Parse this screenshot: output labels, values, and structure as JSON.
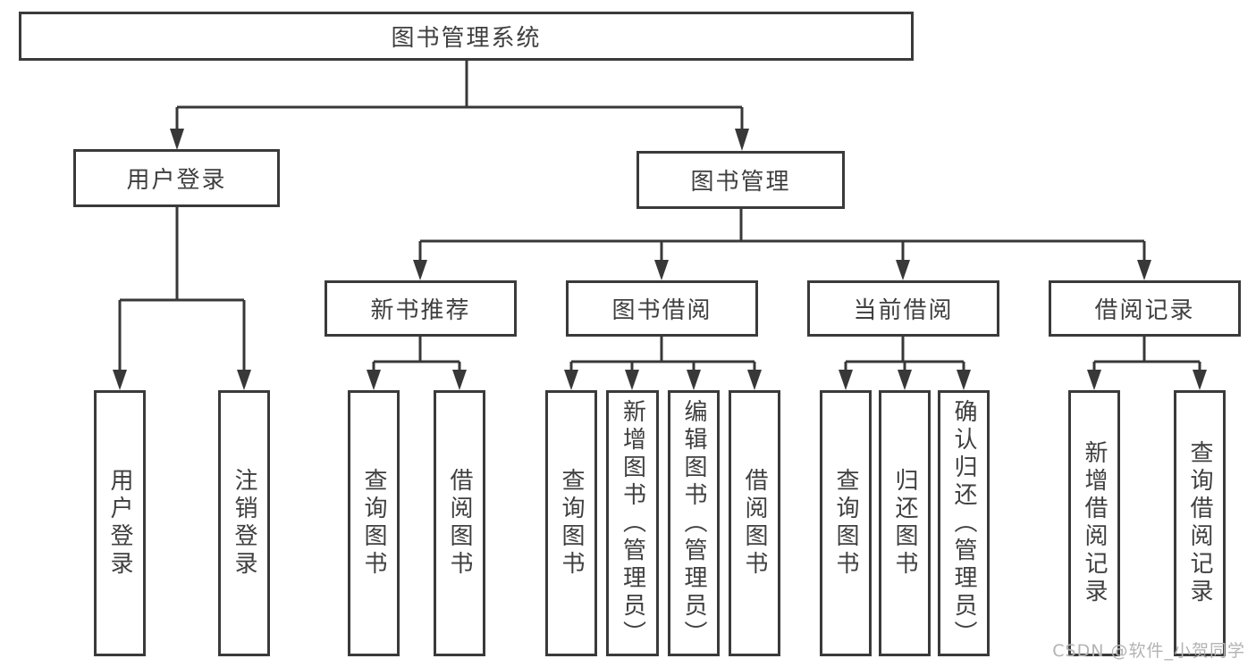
{
  "tree": {
    "label": "图书管理系统",
    "children": [
      {
        "label": "用户登录",
        "children": [
          {
            "label": "用户登录"
          },
          {
            "label": "注销登录"
          }
        ]
      },
      {
        "label": "图书管理",
        "children": [
          {
            "label": "新书推荐",
            "children": [
              {
                "label": "查询图书"
              },
              {
                "label": "借阅图书"
              }
            ]
          },
          {
            "label": "图书借阅",
            "children": [
              {
                "label": "查询图书"
              },
              {
                "label": "新增图书（管理员）"
              },
              {
                "label": "编辑图书（管理员）"
              },
              {
                "label": "借阅图书"
              }
            ]
          },
          {
            "label": "当前借阅",
            "children": [
              {
                "label": "查询图书"
              },
              {
                "label": "归还图书"
              },
              {
                "label": "确认归还（管理员）"
              }
            ]
          },
          {
            "label": "借阅记录",
            "children": [
              {
                "label": "新增借阅记录"
              },
              {
                "label": "查询借阅记录"
              }
            ]
          }
        ]
      }
    ]
  },
  "watermark": {
    "text": "CSDN @软件_小贺同学"
  },
  "colors": {
    "line": "#383838",
    "border": "#3a3a3a",
    "text": "#3f3f3f",
    "watermark": "#b3b3b3",
    "background": "#ffffff"
  }
}
